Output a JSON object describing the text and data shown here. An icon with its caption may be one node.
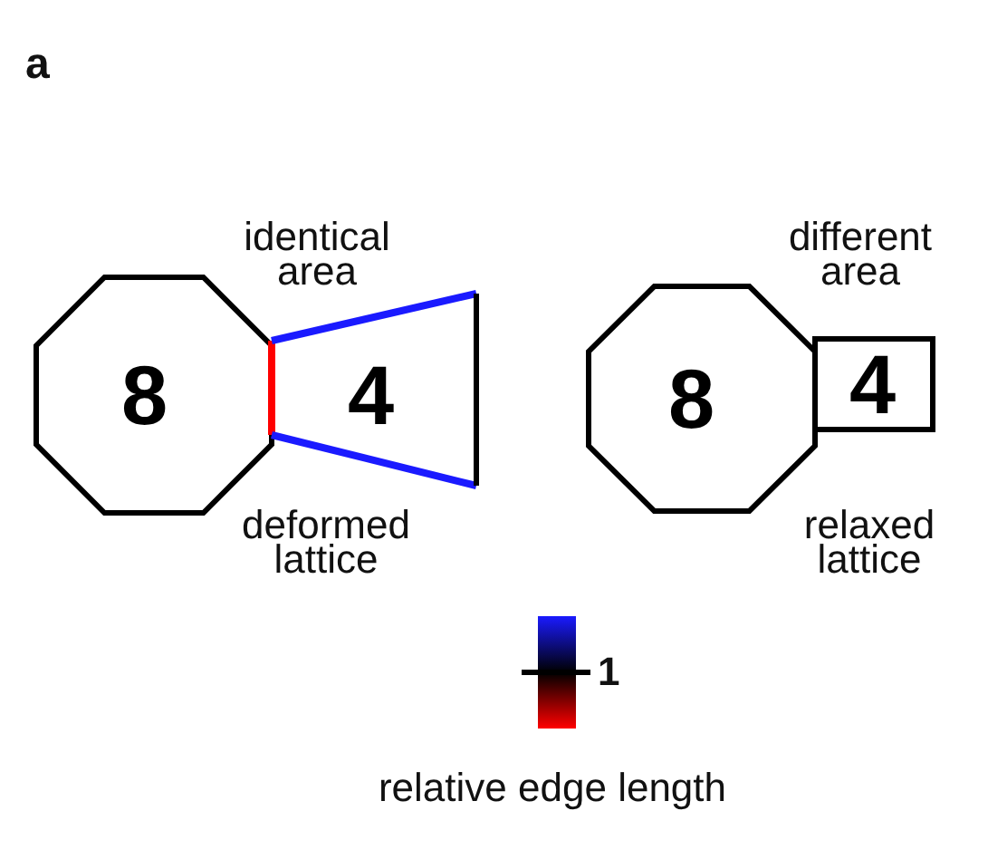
{
  "diagram": {
    "nodes": [
      {
        "text": [
          "8"
        ]
      },
      {
        "text": [
          "4"
        ]
      },
      {
        "text": [
          "8"
        ]
      },
      {
        "text": [
          "4"
        ]
      }
    ],
    "edges": [],
    "labels": [
      "a",
      "identical area",
      "deformed lattice",
      "different area",
      "relaxed lattice",
      "1",
      "relative edge length"
    ]
  }
}
